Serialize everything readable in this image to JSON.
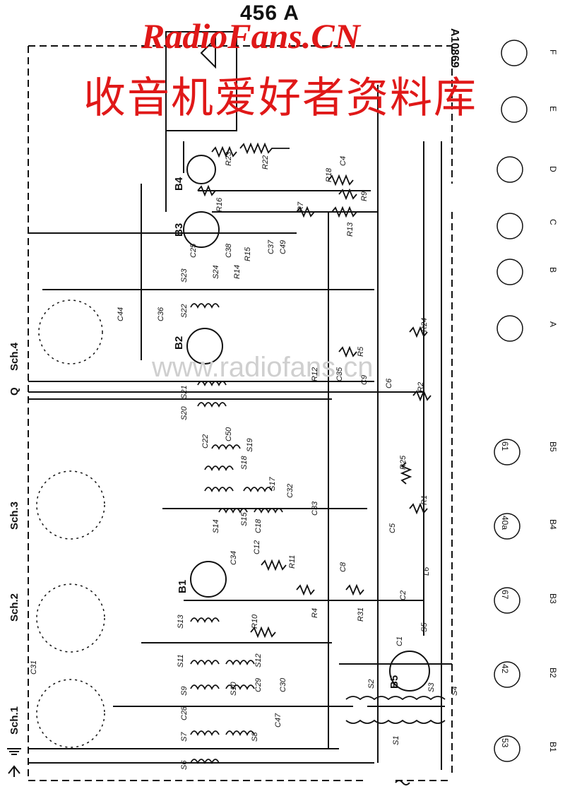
{
  "title": "456 A",
  "watermark_site": "RadioFans.CN",
  "watermark_cn": "收音机爱好者资料库",
  "watermark_faint": "www.radiofans.cn",
  "drawing_code": "A10869",
  "switch_labels": [
    "Sch.4",
    "Sch.3",
    "Sch.2",
    "Sch.1"
  ],
  "terminal_label": "Q",
  "tube_labels": [
    "B4",
    "B3",
    "B2",
    "B1",
    "B5"
  ],
  "component_labels": [
    "R23",
    "R22",
    "C4",
    "R18",
    "R9",
    "R16",
    "R7",
    "R13",
    "R15",
    "C37",
    "C49",
    "C38",
    "C25",
    "R14",
    "S23",
    "S24",
    "C44",
    "C36",
    "S22",
    "R24",
    "R5",
    "R12",
    "C35",
    "C9",
    "C6",
    "R2",
    "S21",
    "S20",
    "C22",
    "C50",
    "S19",
    "R25",
    "S17",
    "S18",
    "C32",
    "C33",
    "C18",
    "S14",
    "S15",
    "C5",
    "R1",
    "C34",
    "C12",
    "R11",
    "C8",
    "L6",
    "C2",
    "R4",
    "R31",
    "S5",
    "C1",
    "S13",
    "R10",
    "S11",
    "S12",
    "C29",
    "C30",
    "S9",
    "C28",
    "S10",
    "C47",
    "S7",
    "S8",
    "S6",
    "C31",
    "S2",
    "S3",
    "S4",
    "S1"
  ],
  "socket_labels": [
    "F",
    "E",
    "D",
    "C",
    "B",
    "A",
    "B5",
    "B4",
    "B3",
    "B2",
    "B1"
  ],
  "socket_tubes": [
    "61",
    "40a",
    "67",
    "42",
    "53"
  ]
}
